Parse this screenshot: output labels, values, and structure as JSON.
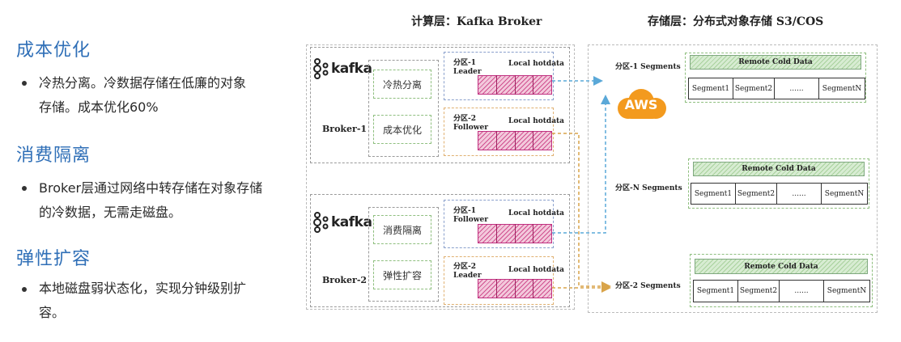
{
  "left": {
    "sections": [
      {
        "title": "成本优化",
        "bullet": [
          "冷热分离。冷数据存储在低廉的对象",
          "存储。成本优化60%"
        ]
      },
      {
        "title": "消费隔离",
        "bullet": [
          "Broker层通过网络中转存储在对象存储",
          "的冷数据，无需走磁盘。"
        ]
      },
      {
        "title": "弹性扩容",
        "bullet": [
          "本地磁盘弱状态化，实现分钟级别扩",
          "容。"
        ]
      }
    ]
  },
  "diagram": {
    "compute_header": "计算层：Kafka Broker",
    "storage_header": "存储层：分布式对象存储 S3/COS",
    "kafka_logo_text": "kafka",
    "brokers": [
      {
        "name": "Broker-1",
        "functions": [
          "冷热分离",
          "成本优化"
        ],
        "partitions": [
          {
            "label": "分区-1",
            "role": "Leader",
            "data_label": "Local hotdata"
          },
          {
            "label": "分区-2",
            "role": "Follower",
            "data_label": "Local hotdata"
          }
        ]
      },
      {
        "name": "Broker-2",
        "functions": [
          "消费隔离",
          "弹性扩容"
        ],
        "partitions": [
          {
            "label": "分区-1",
            "role": "Follower",
            "data_label": "Local hotdata"
          },
          {
            "label": "分区-2",
            "role": "Leader",
            "data_label": "Local hotdata"
          }
        ]
      }
    ],
    "aws_label": "AWS",
    "storage": [
      {
        "segments_label": "分区-1 Segments",
        "title": "Remote Cold Data",
        "segments": [
          "Segment1",
          "Segment2",
          "......",
          "SegmentN"
        ]
      },
      {
        "segments_label": "分区-N Segments",
        "title": "Remote Cold Data",
        "segments": [
          "Segment1",
          "Segment2",
          "......",
          "SegmentN"
        ]
      },
      {
        "segments_label": "分区-2 Segments",
        "title": "Remote Cold Data",
        "segments": [
          "Segment1",
          "Segment2",
          "......",
          "SegmentN"
        ]
      }
    ],
    "colors": {
      "accent_title": "#2f6fb7",
      "arrow_blue": "#5aa8d8",
      "arrow_orange": "#d9a44a",
      "hot_data": "#d0508f",
      "cold_data": "#a9d19d",
      "aws_orange": "#f39a1e"
    }
  }
}
